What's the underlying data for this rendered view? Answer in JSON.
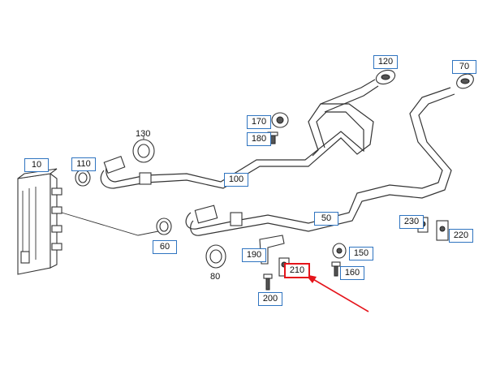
{
  "callouts": {
    "c10": "10",
    "c50": "50",
    "c60": "60",
    "c70": "70",
    "c100": "100",
    "c110": "110",
    "c120": "120",
    "c150": "150",
    "c160": "160",
    "c170": "170",
    "c180": "180",
    "c190": "190",
    "c200": "200",
    "c210": "210",
    "c220": "220",
    "c230": "230"
  },
  "plain_labels": {
    "p80": "80",
    "p130": "130"
  },
  "highlight": {
    "callout": "210",
    "color": "#e5141b"
  },
  "colors": {
    "callout_border": "#2f74c0",
    "line": "#333333"
  }
}
